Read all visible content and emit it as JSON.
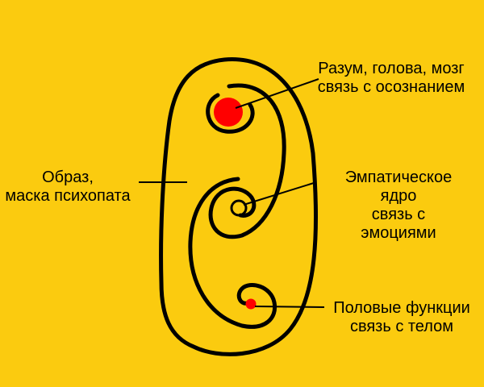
{
  "diagram": {
    "labels": {
      "mind": [
        "Разум, голова, мозг",
        "связь с осознанием"
      ],
      "mask": [
        "Образ,",
        "маска психопата"
      ],
      "empathy": [
        "Эмпатическое",
        "ядро",
        "связь с",
        "эмоциями"
      ],
      "sexual": [
        "Половые функции",
        "связь с телом"
      ]
    },
    "colors": {
      "background": "#FBCB0F",
      "stroke": "#000000",
      "core": "#FF0000"
    }
  }
}
